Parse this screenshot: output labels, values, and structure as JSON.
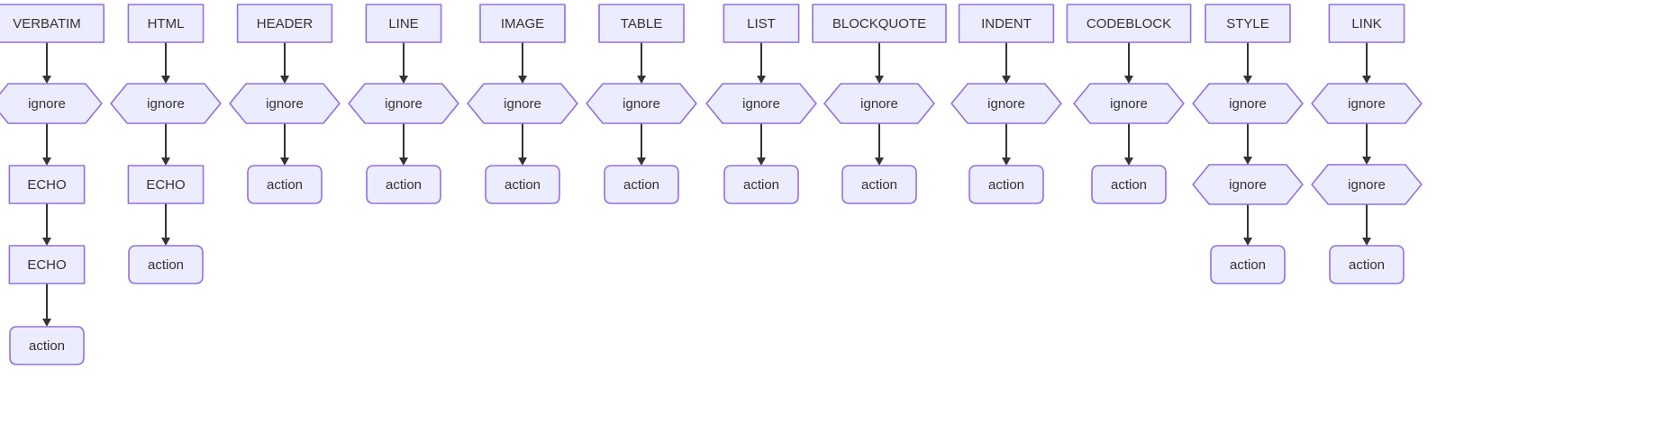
{
  "diagram": {
    "type": "flowchart",
    "direction": "top-down",
    "title": "",
    "theme": {
      "node_fill": "#ECECFF",
      "node_stroke": "#9370DB",
      "edge_stroke": "#333333",
      "text_color": "#333333",
      "background": "#FFFFFF"
    },
    "shape_legend": {
      "rect": "process / state box",
      "hexagon": "decision-like ignore step",
      "rounded": "terminal action"
    },
    "columns": [
      {
        "id": "verbatim",
        "root_label": "VERBATIM",
        "steps": [
          {
            "label": "VERBATIM",
            "shape": "rect"
          },
          {
            "label": "ignore",
            "shape": "hexagon"
          },
          {
            "label": "ECHO",
            "shape": "rect"
          },
          {
            "label": "ECHO",
            "shape": "rect"
          },
          {
            "label": "action",
            "shape": "rounded"
          }
        ]
      },
      {
        "id": "html",
        "root_label": "HTML",
        "steps": [
          {
            "label": "HTML",
            "shape": "rect"
          },
          {
            "label": "ignore",
            "shape": "hexagon"
          },
          {
            "label": "ECHO",
            "shape": "rect"
          },
          {
            "label": "action",
            "shape": "rounded"
          }
        ]
      },
      {
        "id": "header",
        "root_label": "HEADER",
        "steps": [
          {
            "label": "HEADER",
            "shape": "rect"
          },
          {
            "label": "ignore",
            "shape": "hexagon"
          },
          {
            "label": "action",
            "shape": "rounded"
          }
        ]
      },
      {
        "id": "line",
        "root_label": "LINE",
        "steps": [
          {
            "label": "LINE",
            "shape": "rect"
          },
          {
            "label": "ignore",
            "shape": "hexagon"
          },
          {
            "label": "action",
            "shape": "rounded"
          }
        ]
      },
      {
        "id": "image",
        "root_label": "IMAGE",
        "steps": [
          {
            "label": "IMAGE",
            "shape": "rect"
          },
          {
            "label": "ignore",
            "shape": "hexagon"
          },
          {
            "label": "action",
            "shape": "rounded"
          }
        ]
      },
      {
        "id": "table",
        "root_label": "TABLE",
        "steps": [
          {
            "label": "TABLE",
            "shape": "rect"
          },
          {
            "label": "ignore",
            "shape": "hexagon"
          },
          {
            "label": "action",
            "shape": "rounded"
          }
        ]
      },
      {
        "id": "list",
        "root_label": "LIST",
        "steps": [
          {
            "label": "LIST",
            "shape": "rect"
          },
          {
            "label": "ignore",
            "shape": "hexagon"
          },
          {
            "label": "action",
            "shape": "rounded"
          }
        ]
      },
      {
        "id": "blockquote",
        "root_label": "BLOCKQUOTE",
        "steps": [
          {
            "label": "BLOCKQUOTE",
            "shape": "rect"
          },
          {
            "label": "ignore",
            "shape": "hexagon"
          },
          {
            "label": "action",
            "shape": "rounded"
          }
        ]
      },
      {
        "id": "indent",
        "root_label": "INDENT",
        "steps": [
          {
            "label": "INDENT",
            "shape": "rect"
          },
          {
            "label": "ignore",
            "shape": "hexagon"
          },
          {
            "label": "action",
            "shape": "rounded"
          }
        ]
      },
      {
        "id": "codeblock",
        "root_label": "CODEBLOCK",
        "steps": [
          {
            "label": "CODEBLOCK",
            "shape": "rect"
          },
          {
            "label": "ignore",
            "shape": "hexagon"
          },
          {
            "label": "action",
            "shape": "rounded"
          }
        ]
      },
      {
        "id": "style",
        "root_label": "STYLE",
        "steps": [
          {
            "label": "STYLE",
            "shape": "rect"
          },
          {
            "label": "ignore",
            "shape": "hexagon"
          },
          {
            "label": "ignore",
            "shape": "hexagon"
          },
          {
            "label": "action",
            "shape": "rounded"
          }
        ]
      },
      {
        "id": "link",
        "root_label": "LINK",
        "steps": [
          {
            "label": "LINK",
            "shape": "rect"
          },
          {
            "label": "ignore",
            "shape": "hexagon"
          },
          {
            "label": "ignore",
            "shape": "hexagon"
          },
          {
            "label": "action",
            "shape": "rounded"
          }
        ]
      }
    ],
    "layout": {
      "column_centers": [
        52,
        184,
        316,
        448,
        580,
        712,
        845,
        976,
        1117,
        1253,
        1385,
        1517
      ],
      "row_centers": [
        26,
        115,
        205,
        294,
        384
      ],
      "rect_height": 42,
      "hex_height": 44,
      "rounded_height": 42,
      "rounded_radius": 8,
      "label_padding_x": 20,
      "hex_notch": 18
    }
  }
}
